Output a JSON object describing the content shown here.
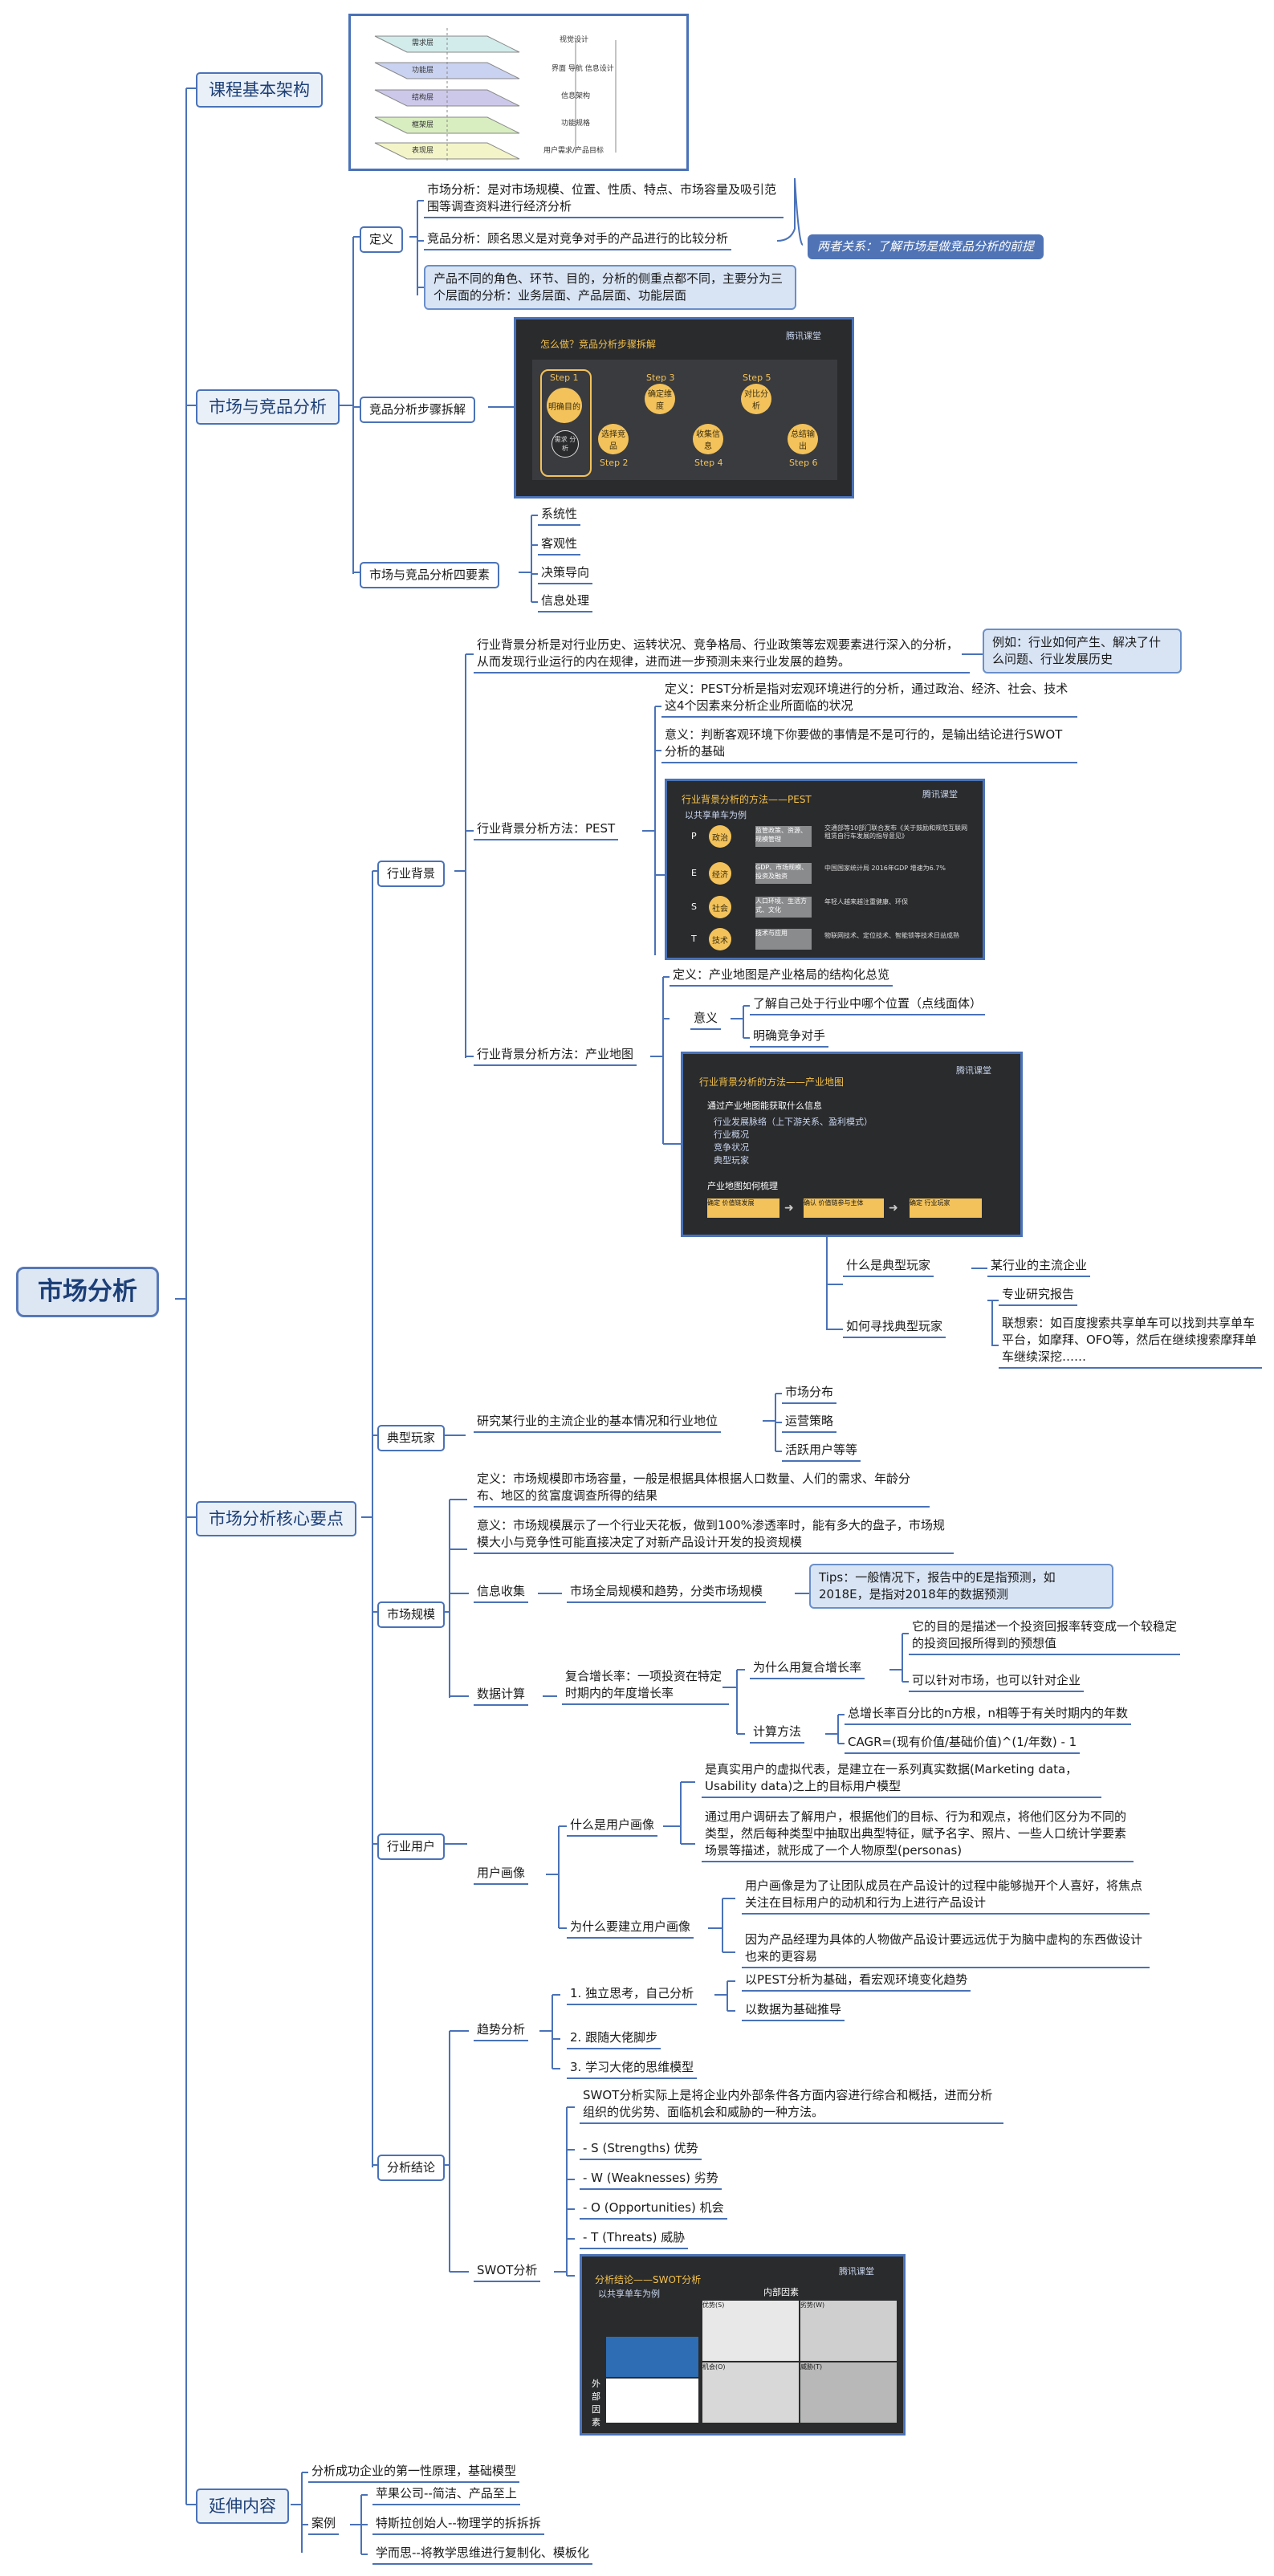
{
  "root": "市场分析",
  "branches": {
    "course": "课程基本架构",
    "competitive": "市场与竞品分析",
    "core": "市场分析核心要点",
    "extend": "延伸内容"
  },
  "course_diagram": {
    "labels": [
      "需求层",
      "功能层",
      "结构层",
      "框架层",
      "表现层"
    ],
    "right_labels": [
      "视觉设计",
      "界面 导航 信息设计",
      "信息架构",
      "功能规格",
      "用户需求/产品目标"
    ]
  },
  "competitive": {
    "definition": {
      "label": "定义",
      "market": "市场分析：是对市场规模、位置、性质、特点、市场容量及吸引范围等调查资料进行经济分析",
      "compete": "竞品分析：顾名思义是对竞争对手的产品进行的比较分析",
      "layers": "产品不同的角色、环节、目的，分析的侧重点都不同，主要分为三个层面的分析：业务层面、产品层面、功能层面",
      "relation": "两者关系：了解市场是做竞品分析的前提"
    },
    "steps": {
      "label": "竞品分析步骤拆解",
      "slide_title": "怎么做？竞品分析步骤拆解",
      "logo": "腾讯课堂",
      "items": [
        "Step 1",
        "Step 2",
        "Step 3",
        "Step 4",
        "Step 5",
        "Step 6"
      ],
      "circle_text": [
        "明确目的",
        "选择竞品",
        "确定维度",
        "收集信息",
        "对比分析",
        "总结输出"
      ],
      "sub_circle": "需求 分析"
    },
    "four": {
      "label": "市场与竞品分析四要素",
      "items": [
        "系统性",
        "客观性",
        "决策导向",
        "信息处理"
      ]
    }
  },
  "core": {
    "industry": {
      "label": "行业背景",
      "intro": "行业背景分析是对行业历史、运转状况、竞争格局、行业政策等宏观要素进行深入的分析，从而发现行业运行的内在规律，进而进一步预测未来行业发展的趋势。",
      "example": "例如：行业如何产生、解决了什么问题、行业发展历史",
      "pest": {
        "label": "行业背景分析方法：PEST",
        "def": "定义：PEST分析是指对宏观环境进行的分析，通过政治、经济、社会、技术这4个因素来分析企业所面临的状况",
        "meaning": "意义：判断客观环境下你要做的事情是不是可行的，是输出结论进行SWOT分析的基础",
        "slide_title": "行业背景分析的方法——PEST",
        "slide_sub": "以共享单车为例",
        "rows": [
          {
            "k": "P",
            "c": "政治",
            "m": "监管政策、资源、规模管理",
            "t": "交通部等10部门联合发布《关于鼓励和规范互联网租赁自行车发展的指导意见》"
          },
          {
            "k": "E",
            "c": "经济",
            "m": "GDP、市场规模、投资及融资",
            "t": "中国国家统计局 2016年GDP 增速为6.7%"
          },
          {
            "k": "S",
            "c": "社会",
            "m": "人口环境、生活方式、文化",
            "t": "年轻人越来越注重健康、环保"
          },
          {
            "k": "T",
            "c": "技术",
            "m": "技术与应用",
            "t": "物联网技术、定位技术、智能锁等技术日益成熟"
          }
        ]
      },
      "map": {
        "label": "行业背景分析方法：产业地图",
        "def": "定义：产业地图是产业格局的结构化总览",
        "meaning_label": "意义",
        "meanings": [
          "了解自己处于行业中哪个位置（点线面体）",
          "明确竞争对手"
        ],
        "slide_title": "行业背景分析的方法——产业地图",
        "slide_q": "通过产业地图能获取什么信息",
        "slide_items": [
          "行业发展脉络（上下游关系、盈利模式）",
          "行业概况",
          "竞争状况",
          "典型玩家"
        ],
        "slide_q2": "产业地图如何梳理",
        "flow": [
          "确定 价值链发展",
          "确认 价值链参与主体",
          "确定 行业玩家"
        ],
        "typical_label": "什么是典型玩家",
        "typical": "某行业的主流企业",
        "find_label": "如何寻找典型玩家",
        "find": [
          "专业研究报告",
          "联想索：如百度搜索共享单车可以找到共享单车平台，如摩拜、OFO等，然后在继续搜索摩拜单车继续深挖……"
        ]
      }
    },
    "player": {
      "label": "典型玩家",
      "desc": "研究某行业的主流企业的基本情况和行业地位",
      "items": [
        "市场分布",
        "运营策略",
        "活跃用户等等"
      ]
    },
    "scale": {
      "label": "市场规模",
      "def": "定义：市场规模即市场容量，一般是根据具体根据人口数量、人们的需求、年龄分布、地区的贫富度调查所得的结果",
      "meaning": "意义：市场规模展示了一个行业天花板，做到100%渗透率时，能有多大的盘子，市场规模大小与竞争性可能直接决定了对新产品设计开发的投资规模",
      "info_label": "信息收集",
      "info": "市场全局规模和趋势，分类市场规模",
      "tips": "Tips：一般情况下，报告中的E是指预测，如2018E，是指对2018年的数据预测",
      "calc_label": "数据计算",
      "cagr": "复合增长率：一项投资在特定时期内的年度增长率",
      "why_label": "为什么用复合增长率",
      "why": [
        "它的目的是描述一个投资回报率转变成一个较稳定的投资回报所得到的预想值",
        "可以针对市场，也可以针对企业"
      ],
      "method_label": "计算方法",
      "method": [
        "总增长率百分比的n方根，n相等于有关时期内的年数",
        "CAGR=(现有价值/基础价值)^(1/年数) - 1"
      ]
    },
    "user": {
      "label": "行业用户",
      "portrait": "用户画像",
      "what_label": "什么是用户画像",
      "what": [
        "是真实用户的虚拟代表，是建立在一系列真实数据(Marketing data，Usability data)之上的目标用户模型",
        "通过用户调研去了解用户，根据他们的目标、行为和观点，将他们区分为不同的类型，然后每种类型中抽取出典型特征，赋予名字、照片、一些人口统计学要素场景等描述，就形成了一个人物原型(personas)"
      ],
      "why_label": "为什么要建立用户画像",
      "why": [
        "用户画像是为了让团队成员在产品设计的过程中能够抛开个人喜好，将焦点关注在目标用户的动机和行为上进行产品设计",
        "因为产品经理为具体的人物做产品设计要远远优于为脑中虚构的东西做设计也来的更容易"
      ]
    },
    "conclusion": {
      "label": "分析结论",
      "trend_label": "趋势分析",
      "trend": [
        "1. 独立思考，自己分析",
        "2. 跟随大佬脚步",
        "3. 学习大佬的思维模型"
      ],
      "trend_sub": [
        "以PEST分析为基础，看宏观环境变化趋势",
        "以数据为基础推导"
      ],
      "swot_label": "SWOT分析",
      "swot_intro": "SWOT分析实际上是将企业内外部条件各方面内容进行综合和概括，进而分析组织的优劣势、面临机会和威胁的一种方法。",
      "swot_items": [
        "- S (Strengths) 优势",
        "- W (Weaknesses) 劣势",
        "- O (Opportunities) 机会",
        "- T (Threats) 威胁"
      ],
      "slide_title": "分析结论——SWOT分析",
      "slide_sub": "以共享单车为例",
      "slide_inner": "内部因素",
      "slide_outer": "外部因素",
      "slide_cells": [
        "优势(S)",
        "劣势(W)",
        "机会(O)",
        "威胁(T)"
      ]
    }
  },
  "extend": {
    "first": "分析成功企业的第一性原理，基础模型",
    "case_label": "案例",
    "cases": [
      "苹果公司--简洁、产品至上",
      "特斯拉创始人--物理学的拆拆拆",
      "学而思--将教学思维进行复制化、模板化"
    ]
  },
  "colors": {
    "line": "#4a72b8",
    "root_bg": "#dde7f4",
    "accent": "#f3c25a"
  }
}
